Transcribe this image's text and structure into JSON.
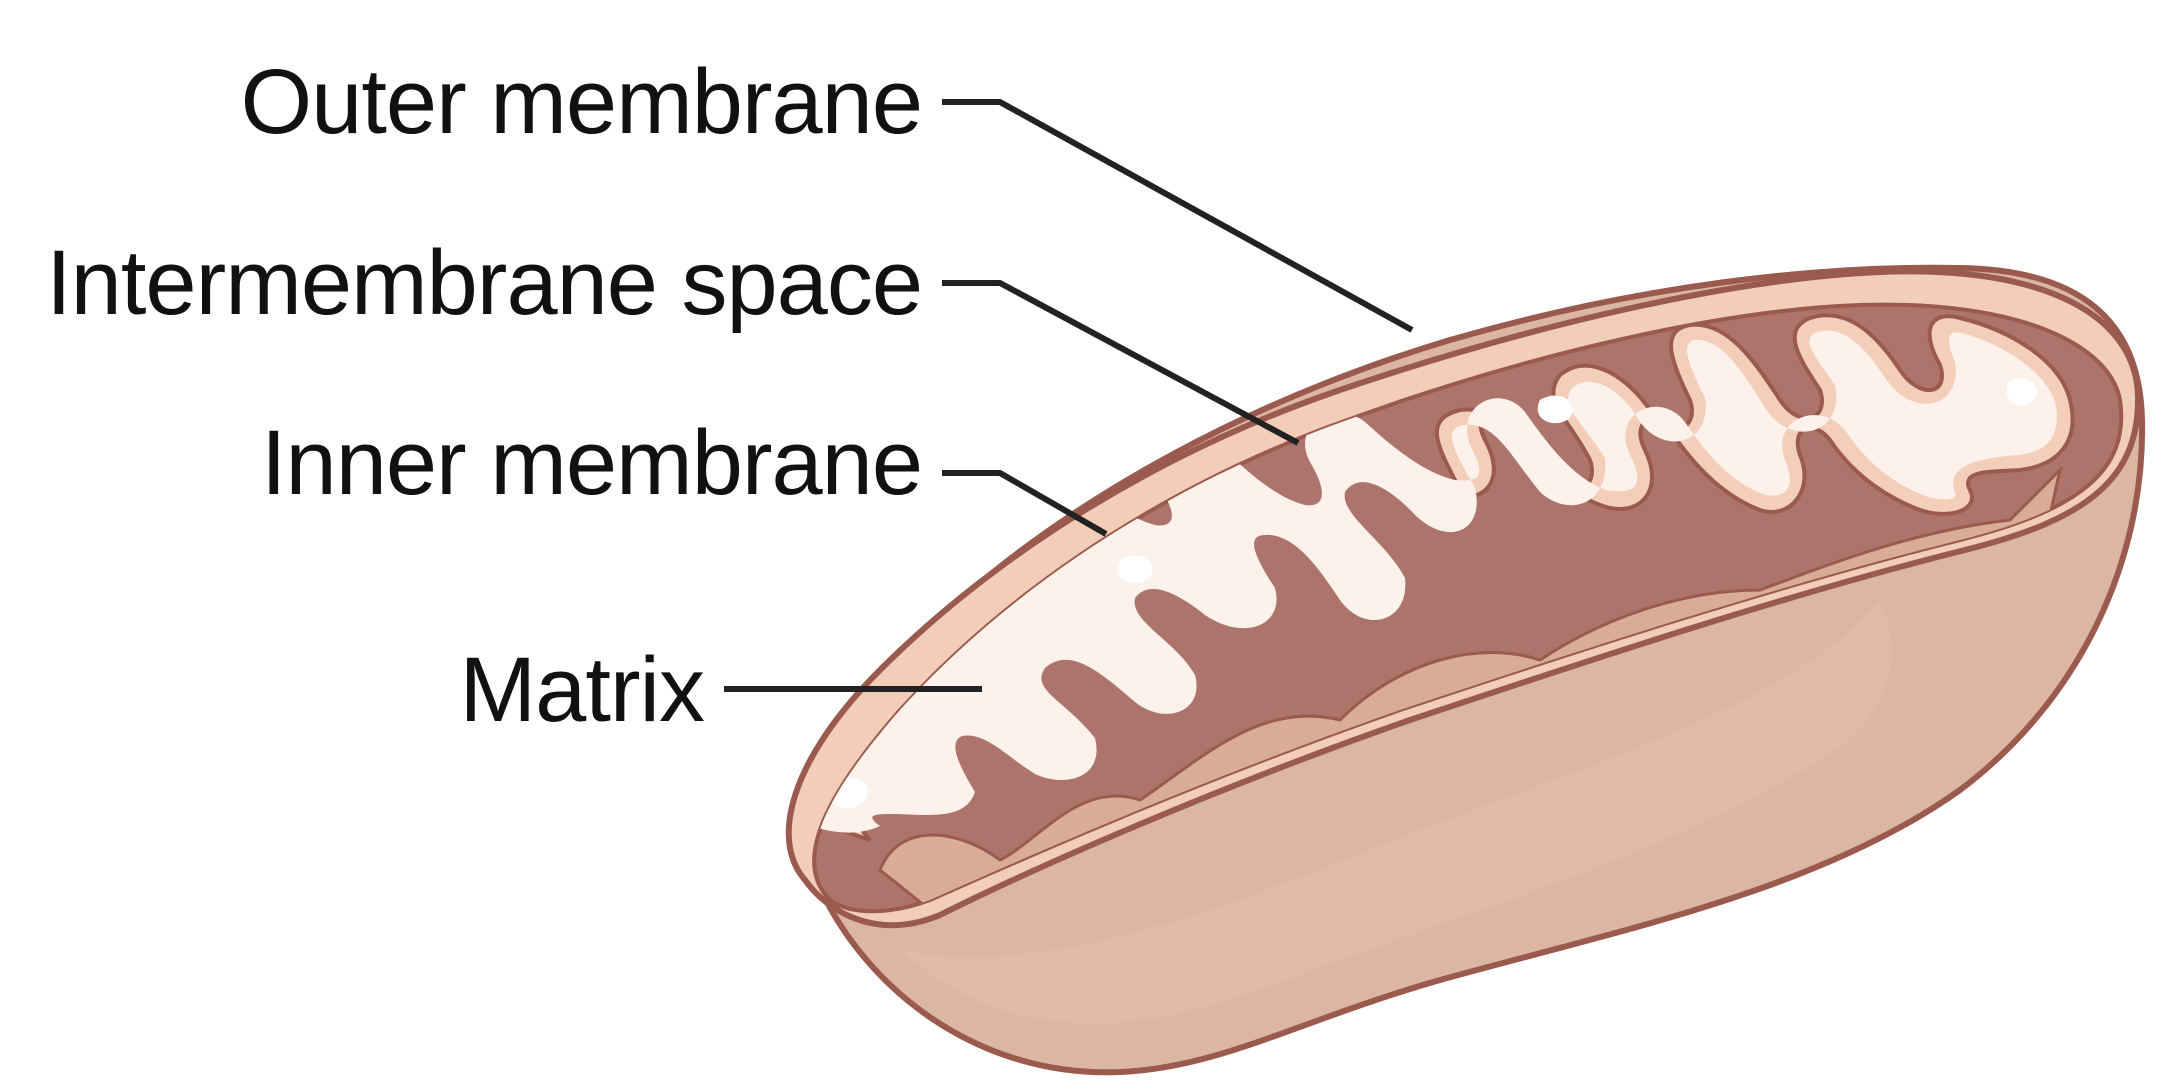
{
  "labels": {
    "outer_membrane": "Outer membrane",
    "intermembrane_space": "Intermembrane space",
    "inner_membrane": "Inner membrane",
    "matrix": "Matrix"
  },
  "colors": {
    "body_outer": "#dbb6a0",
    "body_shadow": "#cfa58c",
    "outline": "#9a5a4e",
    "rim": "#f2cdb8",
    "intermembrane": "#ad746b",
    "crista_membrane": "#f3cfb9",
    "crista_wall": "#d8ac95",
    "matrix": "#fdf1ec",
    "leader_line": "#222222"
  }
}
